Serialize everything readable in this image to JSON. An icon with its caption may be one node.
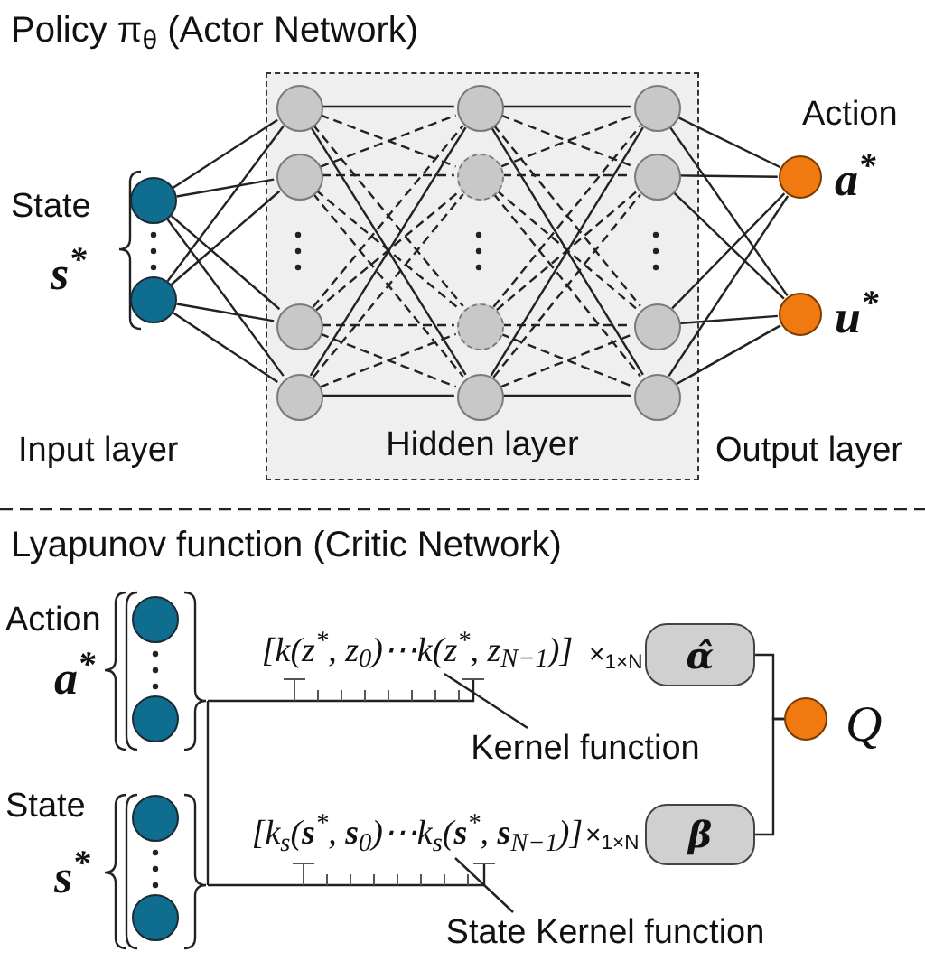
{
  "diagram": {
    "nodes": [
      {
        "text": [
          "Hidden layer"
        ]
      },
      {
        "text": [],
        "shape": "circle"
      },
      {
        "text": [],
        "shape": "circle"
      },
      {
        "text": [],
        "shape": "circle",
        "in": 0
      },
      {
        "text": [],
        "shape": "circle",
        "in": 0
      },
      {
        "text": [],
        "shape": "circle",
        "in": 0
      },
      {
        "text": [],
        "shape": "circle",
        "in": 0
      },
      {
        "text": [],
        "shape": "circle",
        "in": 0
      },
      {
        "text": [],
        "shape": "circle",
        "in": 0
      },
      {
        "text": [],
        "shape": "circle",
        "in": 0
      },
      {
        "text": [],
        "shape": "circle",
        "in": 0
      },
      {
        "text": [],
        "shape": "circle",
        "in": 0
      },
      {
        "text": [],
        "shape": "circle",
        "in": 0
      },
      {
        "text": [],
        "shape": "circle",
        "in": 0
      },
      {
        "text": [],
        "shape": "circle",
        "in": 0
      },
      {
        "text": [],
        "shape": "circle",
        "beside": [
          "a$^{*}$"
        ]
      },
      {
        "text": [],
        "shape": "circle",
        "beside": [
          "u$^{*}$"
        ]
      },
      {
        "text": [],
        "shape": "circle"
      },
      {
        "text": [],
        "shape": "circle"
      },
      {
        "text": [],
        "shape": "circle"
      },
      {
        "text": [],
        "shape": "circle"
      },
      {
        "text": [
          "[k(z$^{*}$, z$_{0}$)⋯k(z$^{*}$, z$_{N−1}$)]"
        ]
      },
      {
        "text": [
          "Kernel function"
        ]
      },
      {
        "text": [
          "α̂"
        ]
      },
      {
        "text": [
          "β"
        ]
      },
      {
        "text": [],
        "shape": "circle",
        "beside": [
          "Q"
        ]
      },
      {
        "text": [
          "[k$_{s}$(**s**$^{*}$, **s**$_{0}$)⋯k$_{s}$(**s**$^{*}$, **s**$_{N−1}$)]"
        ]
      },
      {
        "text": [
          "State Kernel function"
        ]
      },
      {
        "text": [],
        "shape": "brace"
      },
      {
        "text": [],
        "shape": "brace"
      }
    ],
    "edges": [
      {
        "from": 1,
        "to": 3,
        "arrow": "none"
      },
      {
        "from": 1,
        "to": 4,
        "arrow": "none"
      },
      {
        "from": 1,
        "to": 5,
        "arrow": "none"
      },
      {
        "from": 1,
        "to": 6,
        "arrow": "none"
      },
      {
        "from": 2,
        "to": 3,
        "arrow": "none"
      },
      {
        "from": 2,
        "to": 4,
        "arrow": "none"
      },
      {
        "from": 2,
        "to": 5,
        "arrow": "none"
      },
      {
        "from": 2,
        "to": 6,
        "arrow": "none"
      },
      {
        "from": 3,
        "to": 7,
        "arrow": "none"
      },
      {
        "from": 3,
        "to": 8,
        "arrow": "none",
        "style": "dashed"
      },
      {
        "from": 3,
        "to": 9,
        "arrow": "none",
        "style": "dashed"
      },
      {
        "from": 3,
        "to": 10,
        "arrow": "none"
      },
      {
        "from": 4,
        "to": 7,
        "arrow": "none",
        "style": "dashed"
      },
      {
        "from": 4,
        "to": 8,
        "arrow": "none",
        "style": "dashed"
      },
      {
        "from": 4,
        "to": 9,
        "arrow": "none",
        "style": "dashed"
      },
      {
        "from": 4,
        "to": 10,
        "arrow": "none",
        "style": "dashed"
      },
      {
        "from": 5,
        "to": 7,
        "arrow": "none",
        "style": "dashed"
      },
      {
        "from": 5,
        "to": 8,
        "arrow": "none",
        "style": "dashed"
      },
      {
        "from": 5,
        "to": 9,
        "arrow": "none",
        "style": "dashed"
      },
      {
        "from": 5,
        "to": 10,
        "arrow": "none",
        "style": "dashed"
      },
      {
        "from": 6,
        "to": 7,
        "arrow": "none"
      },
      {
        "from": 6,
        "to": 8,
        "arrow": "none",
        "style": "dashed"
      },
      {
        "from": 6,
        "to": 9,
        "arrow": "none",
        "style": "dashed"
      },
      {
        "from": 6,
        "to": 10,
        "arrow": "none"
      },
      {
        "from": 7,
        "to": 11,
        "arrow": "none"
      },
      {
        "from": 7,
        "to": 12,
        "arrow": "none",
        "style": "dashed"
      },
      {
        "from": 7,
        "to": 13,
        "arrow": "none",
        "style": "dashed"
      },
      {
        "from": 7,
        "to": 14,
        "arrow": "none"
      },
      {
        "from": 8,
        "to": 11,
        "arrow": "none",
        "style": "dashed"
      },
      {
        "from": 8,
        "to": 12,
        "arrow": "none",
        "style": "dashed"
      },
      {
        "from": 8,
        "to": 13,
        "arrow": "none",
        "style": "dashed"
      },
      {
        "from": 8,
        "to": 14,
        "arrow": "none",
        "style": "dashed"
      },
      {
        "from": 9,
        "to": 11,
        "arrow": "none",
        "style": "dashed"
      },
      {
        "from": 9,
        "to": 12,
        "arrow": "none",
        "style": "dashed"
      },
      {
        "from": 9,
        "to": 13,
        "arrow": "none",
        "style": "dashed"
      },
      {
        "from": 9,
        "to": 14,
        "arrow": "none",
        "style": "dashed"
      },
      {
        "from": 10,
        "to": 11,
        "arrow": "none"
      },
      {
        "from": 10,
        "to": 12,
        "arrow": "none",
        "style": "dashed"
      },
      {
        "from": 10,
        "to": 13,
        "arrow": "none",
        "style": "dashed"
      },
      {
        "from": 10,
        "to": 14,
        "arrow": "none"
      },
      {
        "from": 11,
        "to": 15,
        "arrow": "none"
      },
      {
        "from": 11,
        "to": 16,
        "arrow": "none"
      },
      {
        "from": 12,
        "to": 15,
        "arrow": "none"
      },
      {
        "from": 12,
        "to": 16,
        "arrow": "none"
      },
      {
        "from": 13,
        "to": 15,
        "arrow": "none"
      },
      {
        "from": 13,
        "to": 16,
        "arrow": "none"
      },
      {
        "from": 14,
        "to": 15,
        "arrow": "none"
      },
      {
        "from": 14,
        "to": 16,
        "arrow": "none"
      },
      {
        "from": 28,
        "to": 21,
        "arrow": "none"
      },
      {
        "from": 22,
        "to": 21,
        "arrow": "none"
      },
      {
        "from": 29,
        "to": 26,
        "arrow": "none"
      },
      {
        "from": 27,
        "to": 26,
        "arrow": "none"
      },
      {
        "from": 23,
        "to": 25,
        "arrow": "none"
      },
      {
        "from": 24,
        "to": 25,
        "arrow": "none"
      },
      {
        "from": 28,
        "to": 29,
        "arrow": "none"
      }
    ],
    "labels": [
      "Policy π$_{θ}$ (Actor Network)",
      "State",
      "s$^{*}$",
      "Action",
      "Input layer",
      "Output layer",
      "Lyapunov function (Critic Network)",
      "Action",
      "a$^{*}$",
      "State",
      "s$^{*}$",
      "×$_{1×N}$",
      "×$_{1×N}$"
    ]
  }
}
